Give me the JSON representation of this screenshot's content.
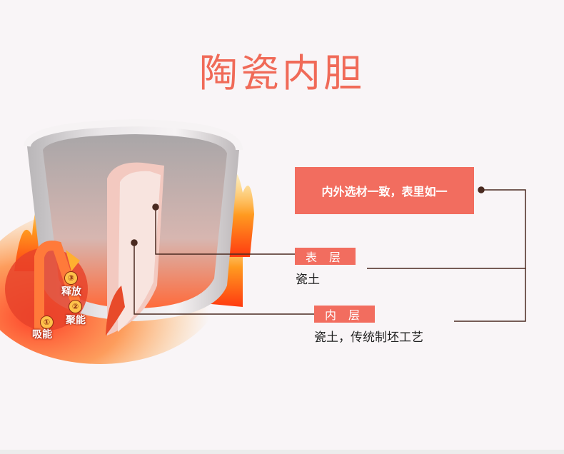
{
  "title": "陶瓷内胆",
  "banner": "内外选材一致，表里如一",
  "outer_layer": {
    "label": "表 层",
    "description": "瓷土"
  },
  "inner_layer": {
    "label": "内 层",
    "description": "瓷土，传统制坯工艺"
  },
  "heat_steps": [
    {
      "num": "①",
      "label": "吸能"
    },
    {
      "num": "②",
      "label": "聚能"
    },
    {
      "num": "③",
      "label": "释放"
    }
  ],
  "colors": {
    "accent": "#f26d5f",
    "title": "#f06a58",
    "leader_line": "#4a2a20"
  },
  "icons": [
    "pot-illustration",
    "flame-icon",
    "heat-arrow-icon"
  ]
}
